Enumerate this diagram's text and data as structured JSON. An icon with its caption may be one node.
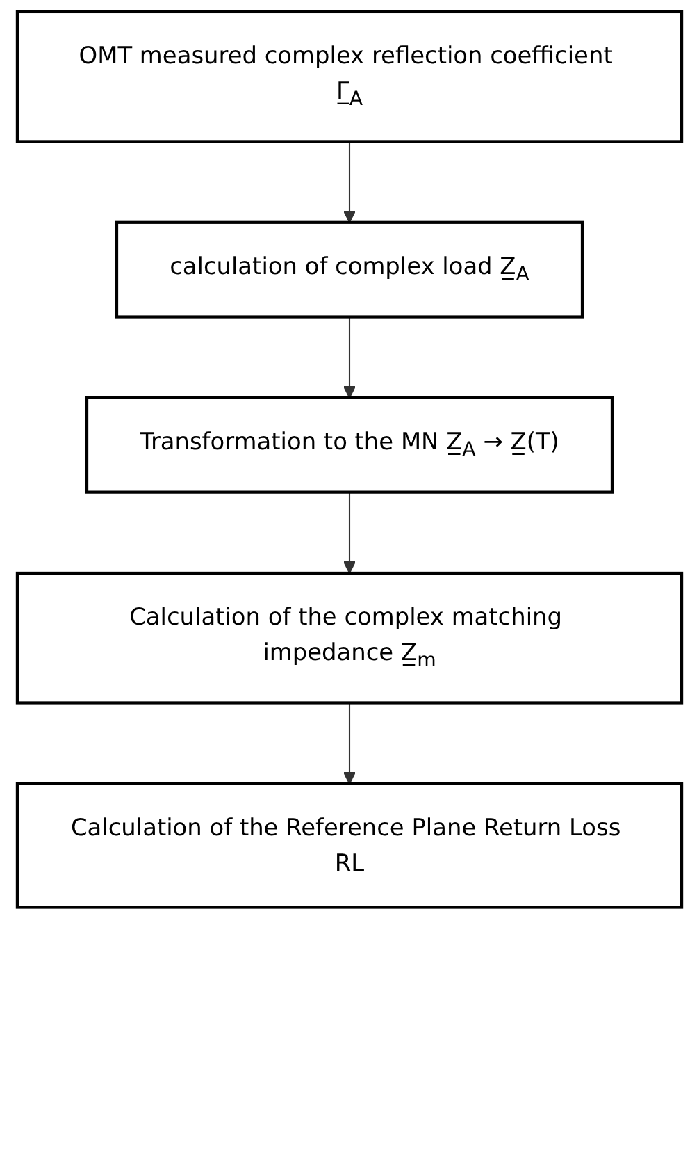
{
  "diagram": {
    "nodes": [
      {
        "text": [
          "OMT measured complex reflection coefficient Γ̲$_{A}$"
        ]
      },
      {
        "text": [
          "calculation of complex load Z̲$_{A}$"
        ]
      },
      {
        "text": [
          "Transformation to the MN Z̲$_{A}$ → Z̲(T)"
        ]
      },
      {
        "text": [
          "Calculation of the complex matching impedance Z̲$_{m}$"
        ]
      },
      {
        "text": [
          "Calculation of the Reference Plane Return Loss RL"
        ]
      }
    ],
    "edges": [
      {
        "from": 0,
        "to": 1,
        "arrow": "to"
      },
      {
        "from": 1,
        "to": 2,
        "arrow": "to"
      },
      {
        "from": 2,
        "to": 3,
        "arrow": "to"
      },
      {
        "from": 3,
        "to": 4,
        "arrow": "to"
      }
    ]
  }
}
